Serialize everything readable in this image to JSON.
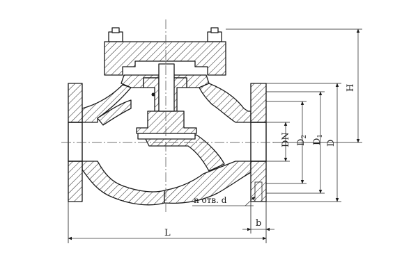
{
  "labels": {
    "H": "H",
    "L": "L",
    "b": "b",
    "DN": "DN",
    "D2_main": "D",
    "D2_sub": "2",
    "D1_main": "D",
    "D1_sub": "1",
    "D": "D",
    "holes": "n отв. d"
  }
}
